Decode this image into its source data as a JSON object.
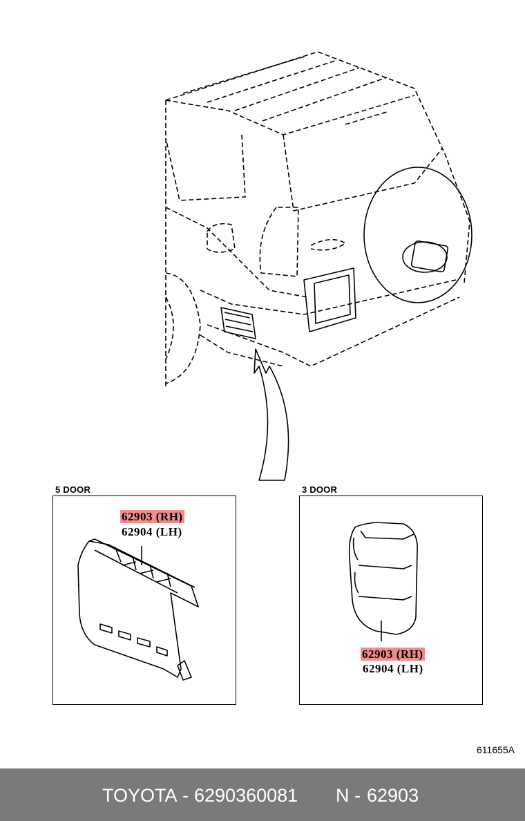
{
  "diagram": {
    "id": "611655A",
    "boxes": [
      {
        "title": "5 DOOR",
        "parts": [
          {
            "number": "62903",
            "side": "(RH)",
            "highlighted": true
          },
          {
            "number": "62904",
            "side": "(LH)",
            "highlighted": false
          }
        ]
      },
      {
        "title": "3 DOOR",
        "parts": [
          {
            "number": "62903",
            "side": "(RH)",
            "highlighted": true
          },
          {
            "number": "62904",
            "side": "(LH)",
            "highlighted": false
          }
        ]
      }
    ],
    "highlight_color": "#f08c8c"
  },
  "footer": {
    "brand": "TOYOTA",
    "separator": "-",
    "part_number": "6290360081",
    "n_prefix": "N",
    "n_number": "62903",
    "background_color": "#7a7a7a",
    "text_color": "#ffffff"
  }
}
